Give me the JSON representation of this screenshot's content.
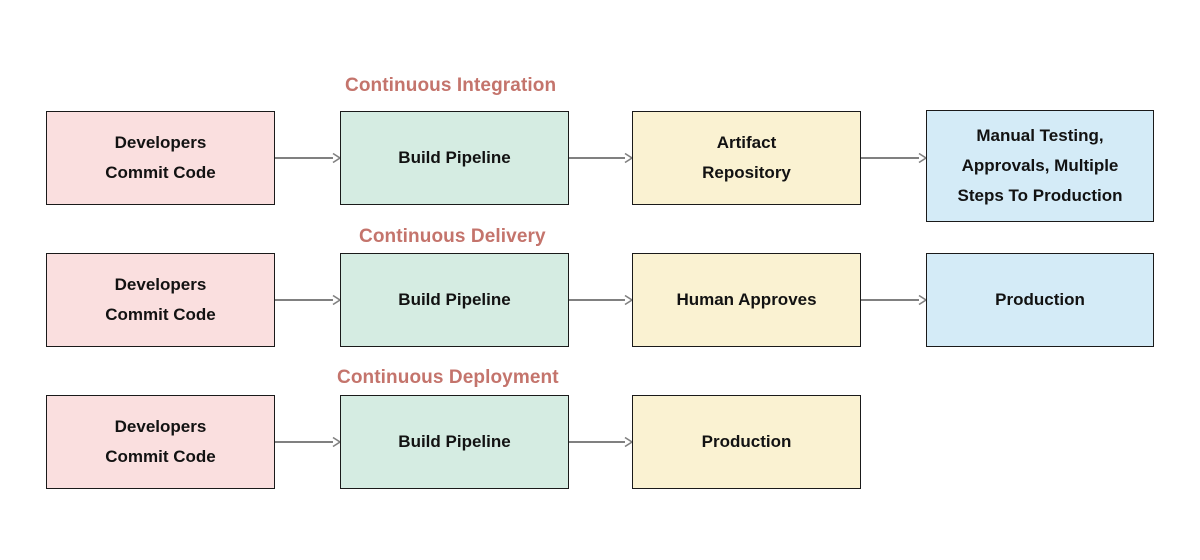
{
  "diagram": {
    "title_color": "#c4746c",
    "arrow_color": "#808080",
    "border_color": "#1a1a1a",
    "rows": [
      {
        "title": "Continuous Integration",
        "nodes": [
          {
            "label": "Developers\nCommit Code",
            "color_name": "pink",
            "color": "#fadfdf"
          },
          {
            "label": "Build Pipeline",
            "color_name": "green",
            "color": "#d5ece2"
          },
          {
            "label": "Artifact\nRepository",
            "color_name": "yellow",
            "color": "#faf2d2"
          },
          {
            "label": "Manual Testing,\nApprovals, Multiple\nSteps To Production",
            "color_name": "blue",
            "color": "#d4ebf7"
          }
        ]
      },
      {
        "title": "Continuous Delivery",
        "nodes": [
          {
            "label": "Developers\nCommit Code",
            "color_name": "pink",
            "color": "#fadfdf"
          },
          {
            "label": "Build Pipeline",
            "color_name": "green",
            "color": "#d5ece2"
          },
          {
            "label": "Human Approves",
            "color_name": "yellow",
            "color": "#faf2d2"
          },
          {
            "label": "Production",
            "color_name": "blue",
            "color": "#d4ebf7"
          }
        ]
      },
      {
        "title": "Continuous Deployment",
        "nodes": [
          {
            "label": "Developers\nCommit Code",
            "color_name": "pink",
            "color": "#fadfdf"
          },
          {
            "label": "Build Pipeline",
            "color_name": "green",
            "color": "#d5ece2"
          },
          {
            "label": "Production",
            "color_name": "yellow",
            "color": "#faf2d2"
          }
        ]
      }
    ]
  }
}
